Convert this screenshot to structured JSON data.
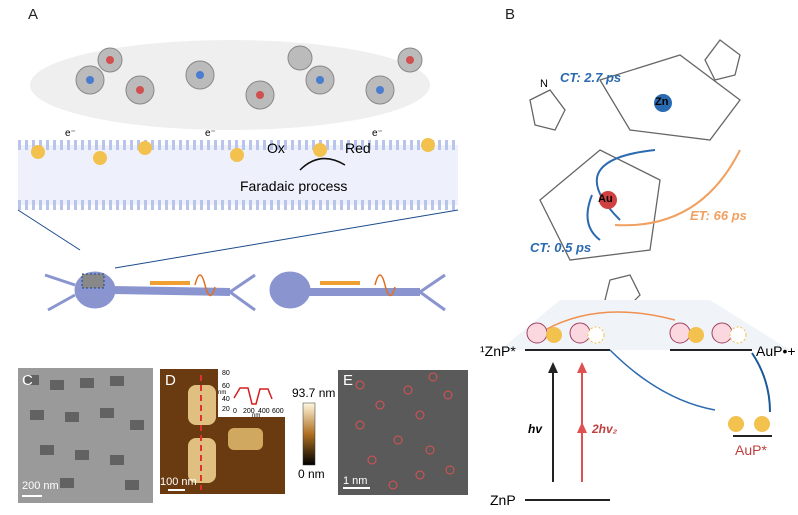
{
  "panels": {
    "a": "A",
    "b": "B",
    "c": "C",
    "d": "D",
    "e": "E"
  },
  "panel_a": {
    "ox": "Ox",
    "red": "Red",
    "process": "Faradaic process",
    "electron": "e⁻",
    "plus": "+",
    "minus": "-"
  },
  "panel_b": {
    "ct1": "CT: 2.7 ps",
    "ct2": "CT: 0.5 ps",
    "et": "ET: 66 ps",
    "zn": "Zn",
    "au": "Au",
    "n": "N",
    "zn_excited": "¹ZnP*",
    "aup_cation": "AuP•+",
    "aup_excited": "AuP*",
    "znp": "ZnP",
    "hv": "hv",
    "two_hv": "2hv₂"
  },
  "panel_c": {
    "scale": "200 nm"
  },
  "panel_d": {
    "scale": "100 nm",
    "cbar_max": "93.7 nm",
    "cbar_min": "0 nm",
    "inset": {
      "yticks": [
        "80",
        "60",
        "40",
        "20"
      ],
      "xticks": [
        "0",
        "200",
        "400",
        "600"
      ],
      "xlabel": "nm",
      "ylabel": "nm"
    }
  },
  "panel_e": {
    "scale": "1 nm"
  },
  "colors": {
    "blue": "#2a6ab0",
    "orange": "#f0a060",
    "red": "#d04040",
    "yellow": "#f2c14e",
    "membrane": "#b8c4ea",
    "neuron": "#8a95d0"
  }
}
